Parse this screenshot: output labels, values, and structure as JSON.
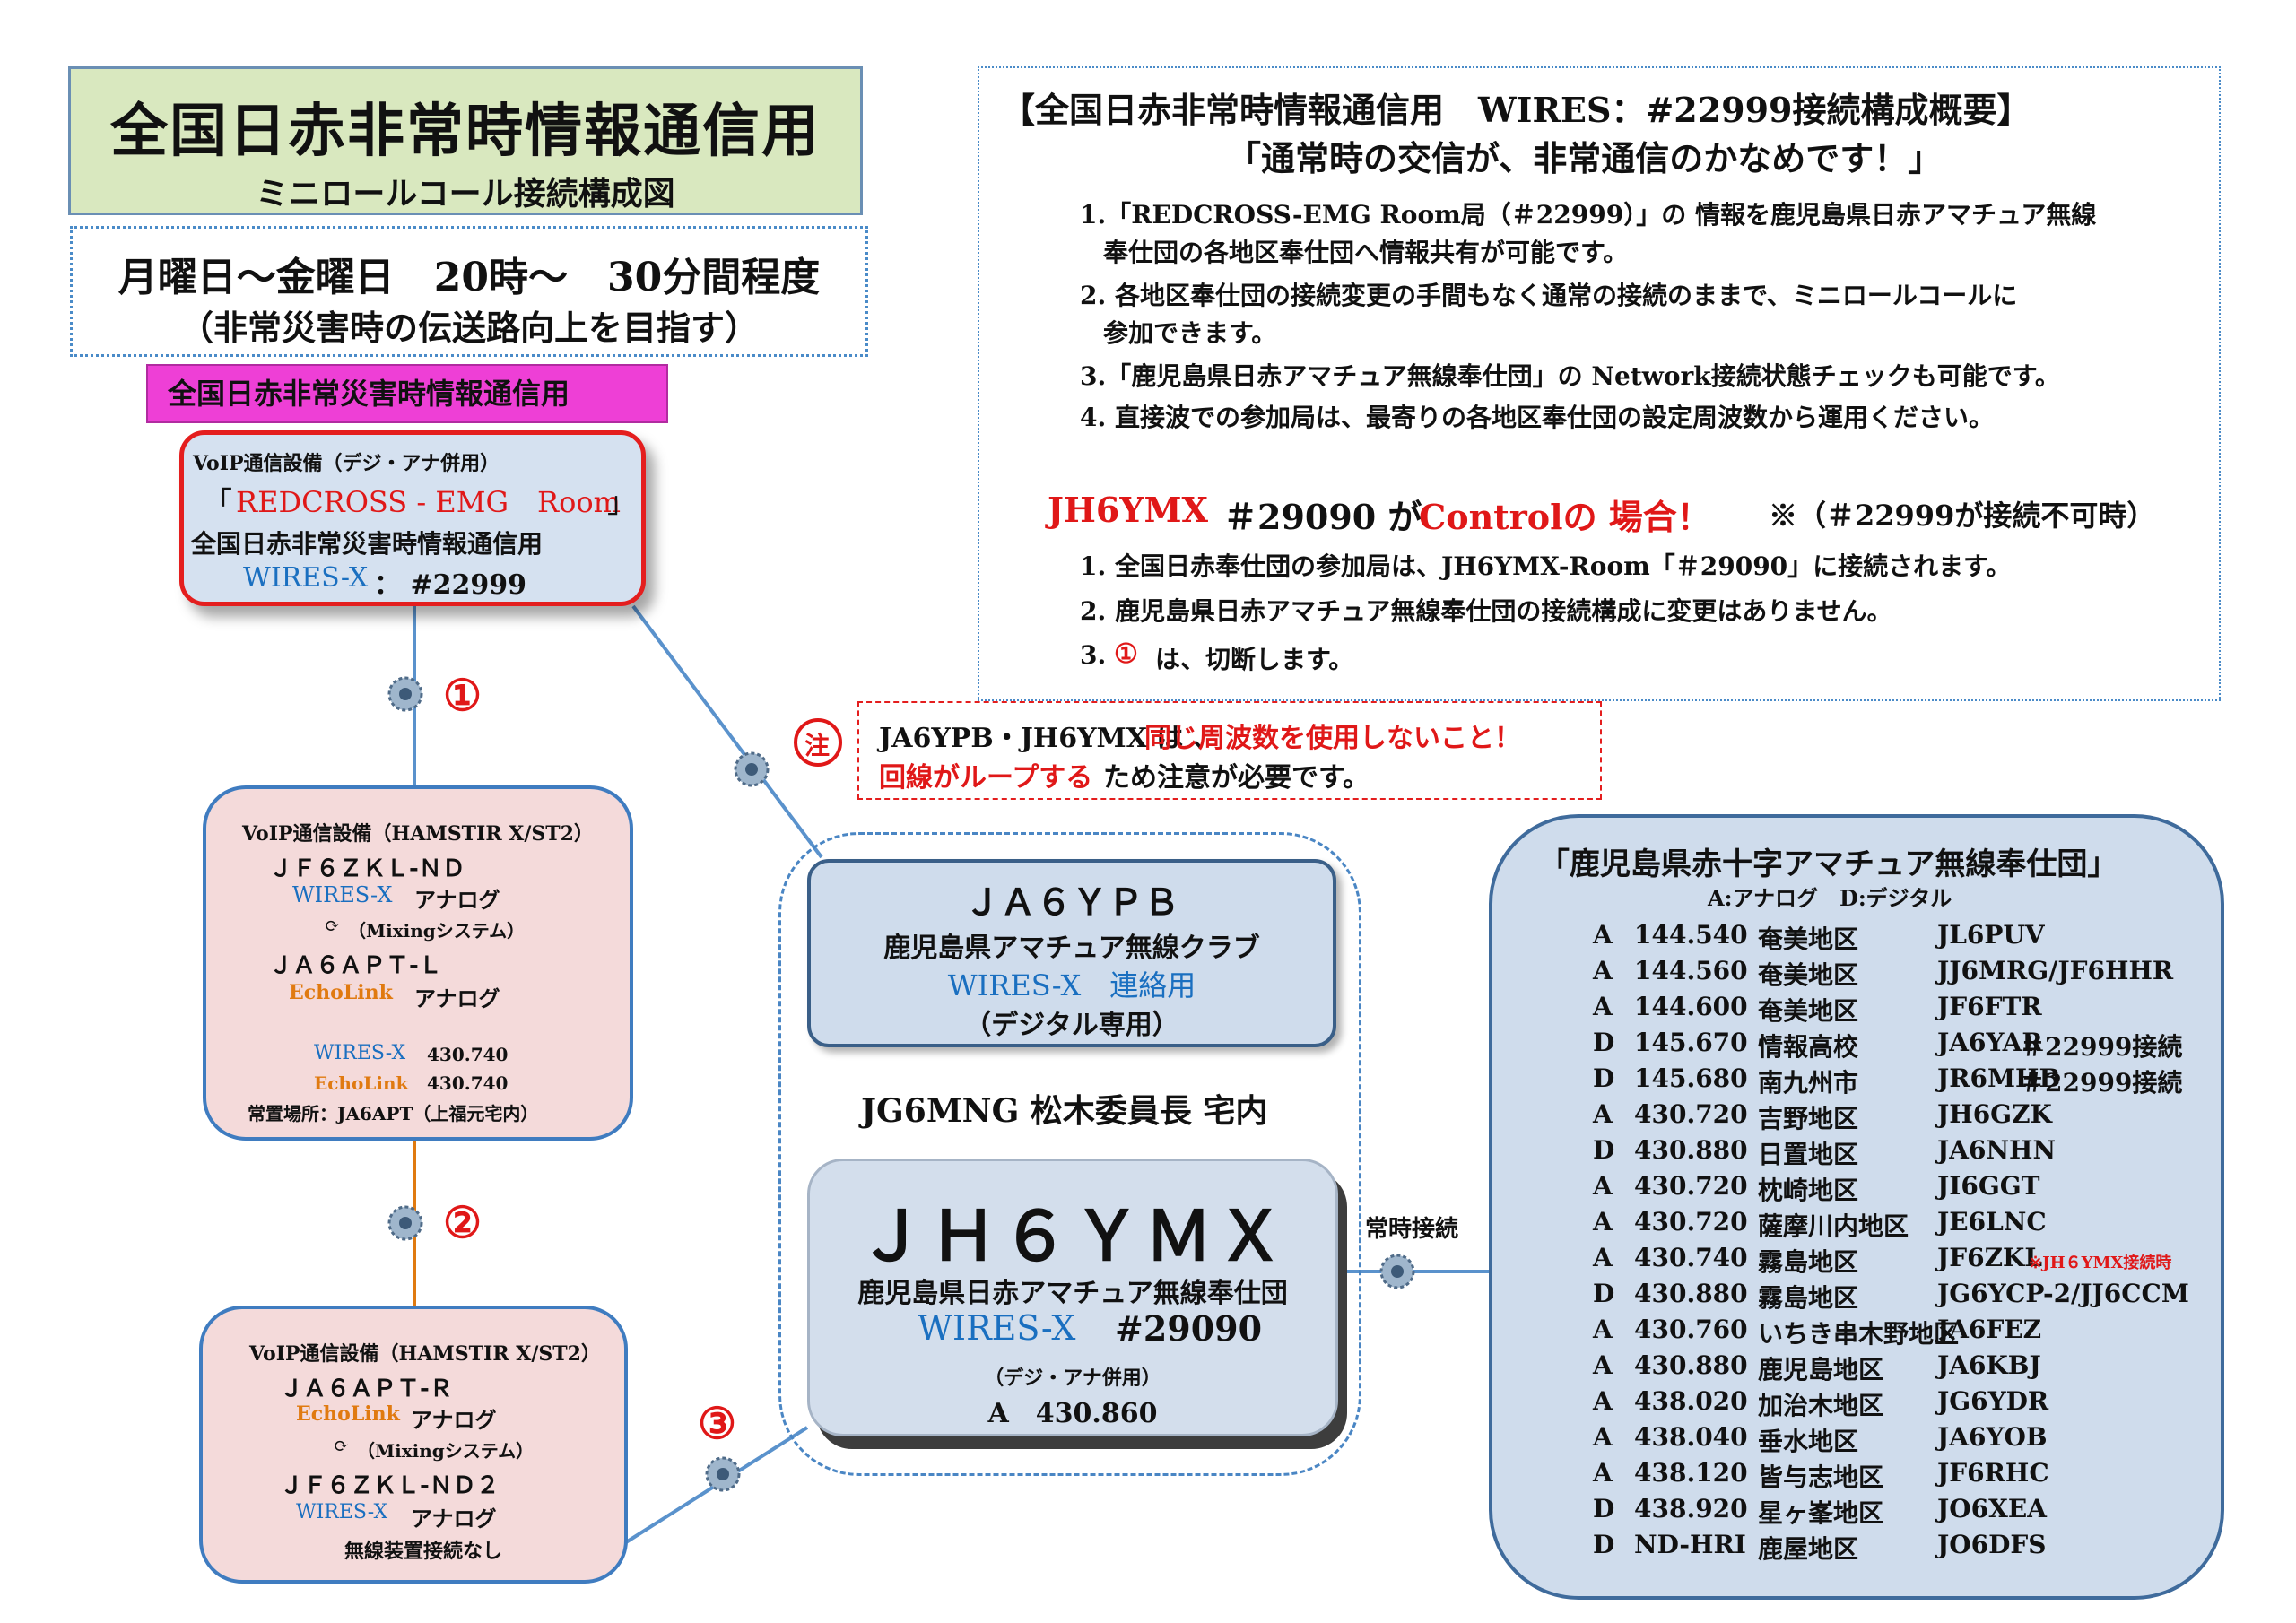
{
  "title": {
    "main": "全国日赤非常時情報通信用",
    "sub": "ミニロールコール接続構成図"
  },
  "schedule": {
    "main": "月曜日～金曜日　20時～　30分間程度",
    "sub": "（非常災害時の伝送路向上を目指す）"
  },
  "magenta_label": "全国日赤非常災害時情報通信用",
  "redcross": {
    "line1": "VoIP通信設備（デジ・アナ併用）",
    "bracket_open": "「",
    "room": "REDCROSS - EMG　Room",
    "bracket_close": "」",
    "line3": "全国日赤非常災害時情報通信用",
    "wires_label": "WIRES-X",
    "wires_value": "：  #22999"
  },
  "overview": {
    "heading": "【全国日赤非常時情報通信用　WIRES：#22999接続構成概要】",
    "subheading": "「通常時の交信が、非常通信のかなめです！」",
    "items": [
      "1.「REDCROSS-EMG  Room局（＃22999）」の 情報を鹿児島県日赤アマチュア無線",
      "奉仕団の各地区奉仕団へ情報共有が可能です。",
      "2.  各地区奉仕団の接続変更の手間もなく通常の接続のままで、ミニロールコールに",
      "参加できます。",
      "3.「鹿児島県日赤アマチュア無線奉仕団」の Network接続状態チェックも可能です。",
      "4. 直接波での参加局は、最寄りの各地区奉仕団の設定周波数から運用ください。"
    ],
    "control": {
      "callsign": "JH6YMX",
      "room": "＃29090 が",
      "control_word": "Controlの 場合！",
      "note": "※（＃22999が接続不可時）"
    },
    "control_items": [
      "1.  全国日赤奉仕団の参加局は、JH6YMX-Room「＃29090」に接続されます。",
      "2.  鹿児島県日赤アマチュア無線奉仕団の接続構成に変更はありません。"
    ],
    "control_item3_prefix": "3.",
    "control_item3_num": "①",
    "control_item3_text": "は、切断します。"
  },
  "warning": {
    "badge": "注",
    "line1_a": "JA6YPB・JH6YMX は 、",
    "line1_b": "同じ周波数を使用しないこと！",
    "line2_a": "回線がループする",
    "line2_b": "ため注意が必要です。"
  },
  "station1": {
    "line1": "VoIP通信設備（HAMSTIR X/ST2）",
    "callsign1": "ＪＦ６ＺＫＬ-ＮＤ",
    "wires": "WIRES-X",
    "analog1": "アナログ",
    "mixing": "（Mixingシステム）",
    "callsign2": "ＪＡ６ＡＰＴ-Ｌ",
    "echolink": "EchoLink",
    "analog2": "アナログ",
    "wires_freq_label": "WIRES-X",
    "wires_freq": "430.740",
    "echo_freq_label": "EchoLink",
    "echo_freq": "430.740",
    "location": "常置場所：JA6APT（上福元宅内）"
  },
  "station2": {
    "line1": "VoIP通信設備（HAMSTIR X/ST2）",
    "callsign1": "ＪＡ６ＡＰＴ-Ｒ",
    "echolink": "EchoLink",
    "analog1": "アナログ",
    "mixing": "（Mixingシステム）",
    "callsign2": "ＪＦ６ＺＫＬ-ＮＤ２",
    "wires": "WIRES-X",
    "analog2": "アナログ",
    "note": "無線装置接続なし"
  },
  "links": {
    "one": "①",
    "two": "②",
    "three": "③",
    "always": "常時接続"
  },
  "ja6ypb": {
    "callsign": "ＪＡ６ＹＰＢ",
    "club": "鹿児島県アマチュア無線クラブ",
    "wires": "WIRES-X　連絡用",
    "mode": "（デジタル専用）"
  },
  "location_label": "JG6MNG 松木委員長 宅内",
  "jh6ymx": {
    "callsign": "ＪＨ６ＹＭＸ",
    "org": "鹿児島県日赤アマチュア無線奉仕団",
    "wires_label": "WIRES-X",
    "wires_room": "#29090",
    "mode": "（デジ・アナ併用）",
    "freq": "A　430.860"
  },
  "kagoshima": {
    "title": "「鹿児島県赤十字アマチュア無線奉仕団」",
    "legend": "A:アナログ　D:デジタル",
    "rows": [
      {
        "mode": "A",
        "freq": "144.540",
        "area": "奄美地区",
        "call": "JL6PUV",
        "note": ""
      },
      {
        "mode": "A",
        "freq": "144.560",
        "area": "奄美地区",
        "call": "JJ6MRG/JF6HHR",
        "note": ""
      },
      {
        "mode": "A",
        "freq": "144.600",
        "area": "奄美地区",
        "call": "JF6FTR",
        "note": ""
      },
      {
        "mode": "D",
        "freq": "145.670",
        "area": "情報高校",
        "call": "JA6YAR",
        "note": "＃22999接続"
      },
      {
        "mode": "D",
        "freq": "145.680",
        "area": "南九州市",
        "call": "JR6MHB",
        "note": "＃22999接続"
      },
      {
        "mode": "A",
        "freq": "430.720",
        "area": "吉野地区",
        "call": "JH6GZK",
        "note": ""
      },
      {
        "mode": "D",
        "freq": "430.880",
        "area": "日置地区",
        "call": "JA6NHN",
        "note": ""
      },
      {
        "mode": "A",
        "freq": "430.720",
        "area": "枕崎地区",
        "call": "JI6GGT",
        "note": ""
      },
      {
        "mode": "A",
        "freq": "430.720",
        "area": "薩摩川内地区",
        "call": "JE6LNC",
        "note": ""
      },
      {
        "mode": "A",
        "freq": "430.740",
        "area": "霧島地区",
        "call": "JF6ZKL",
        "note": "※JH６YMX接続時"
      },
      {
        "mode": "D",
        "freq": "430.880",
        "area": "霧島地区",
        "call": "JG6YCP-2/JJ6CCM",
        "note": ""
      },
      {
        "mode": "A",
        "freq": "430.760",
        "area": "いちき串木野地区",
        "call": "JA6FEZ",
        "note": ""
      },
      {
        "mode": "A",
        "freq": "430.880",
        "area": "鹿児島地区",
        "call": "JA6KBJ",
        "note": ""
      },
      {
        "mode": "A",
        "freq": "438.020",
        "area": "加治木地区",
        "call": "JG6YDR",
        "note": ""
      },
      {
        "mode": "A",
        "freq": "438.040",
        "area": "垂水地区",
        "call": "JA6YOB",
        "note": ""
      },
      {
        "mode": "A",
        "freq": "438.120",
        "area": "皆与志地区",
        "call": "JF6RHC",
        "note": ""
      },
      {
        "mode": "D",
        "freq": "438.920",
        "area": "星ヶ峯地区",
        "call": "JO6XEA",
        "note": ""
      },
      {
        "mode": "D",
        "freq": "ND-HRI",
        "area": "鹿屋地区",
        "call": "JO6DFS",
        "note": ""
      }
    ]
  }
}
